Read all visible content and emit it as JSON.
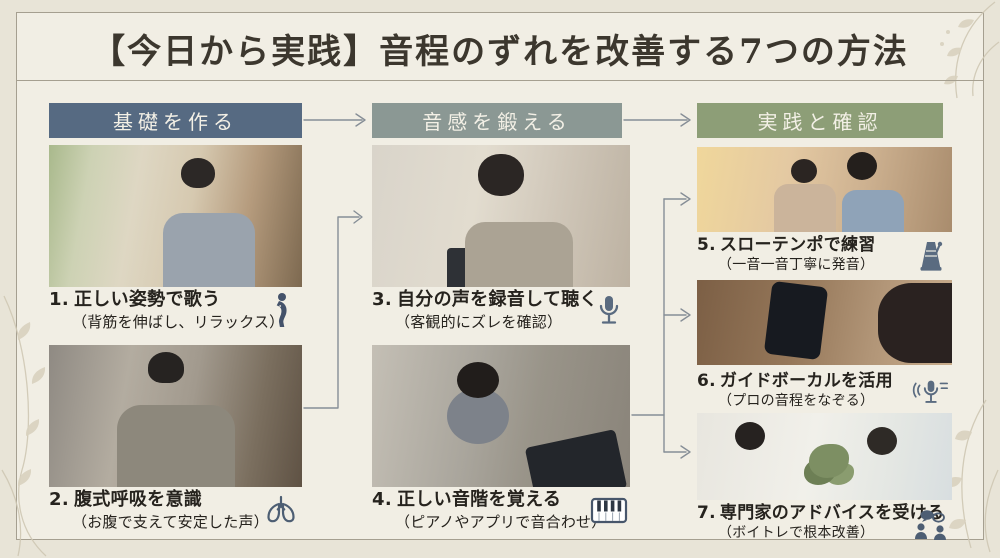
{
  "title": "【今日から実践】音程のずれを改善する7つの方法",
  "colors": {
    "background_outer": "#e8e4d7",
    "background_inner": "#f1eee4",
    "frame_line": "#a59f90",
    "header1_bg": "#566a82",
    "header2_bg": "#8b9894",
    "header3_bg": "#8d9e77",
    "header_text": "#f3f0e6",
    "body_text": "#26231e",
    "icon_color": "#4d5e73",
    "arrow_color": "#868e96",
    "decor_line": "#cfc8b4"
  },
  "columns": [
    {
      "header": "基礎を作る",
      "items": [
        {
          "number": "1.",
          "label": "正しい姿勢で歌う",
          "sub": "（背筋を伸ばし、リラックス）",
          "icon": "posture-icon",
          "photo": "女性がマイクを持ち明るいリビングで歌っている写真"
        },
        {
          "number": "2.",
          "label": "腹式呼吸を意識",
          "sub": "（お腹で支えて安定した声）",
          "icon": "lungs-icon",
          "photo": "男性が胸とお腹に手を当てて呼吸している写真"
        }
      ]
    },
    {
      "header": "音感を鍛える",
      "items": [
        {
          "number": "3.",
          "label": "自分の声を録音して聴く",
          "sub": "（客観的にズレを確認）",
          "icon": "microphone-icon",
          "photo": "イヤホンをした女性がスマートフォンを見ている写真"
        },
        {
          "number": "4.",
          "label": "正しい音階を覚える",
          "sub": "（ピアノやアプリで音合わせ）",
          "icon": "piano-keys-icon",
          "photo": "男性がタブレットのピアノアプリで発声している写真"
        }
      ]
    },
    {
      "header": "実践と確認",
      "items": [
        {
          "number": "5.",
          "label": "スローテンポで練習",
          "sub": "（一音一音丁寧に発音）",
          "icon": "metronome-icon",
          "photo": "男女二人がマイクを持って一緒に歌っている写真"
        },
        {
          "number": "6.",
          "label": "ガイドボーカルを活用",
          "sub": "（プロの音程をなぞる）",
          "icon": "guide-vocal-mic-icon",
          "photo": "ピッチアプリを映したスマートフォンを持つ手と女性の写真"
        },
        {
          "number": "7.",
          "label": "専門家のアドバイスを受ける",
          "sub": "（ボイトレで根本改善）",
          "icon": "people-advice-icon",
          "photo": "トレーナーが男性にアドバイスしている写真"
        }
      ]
    }
  ]
}
